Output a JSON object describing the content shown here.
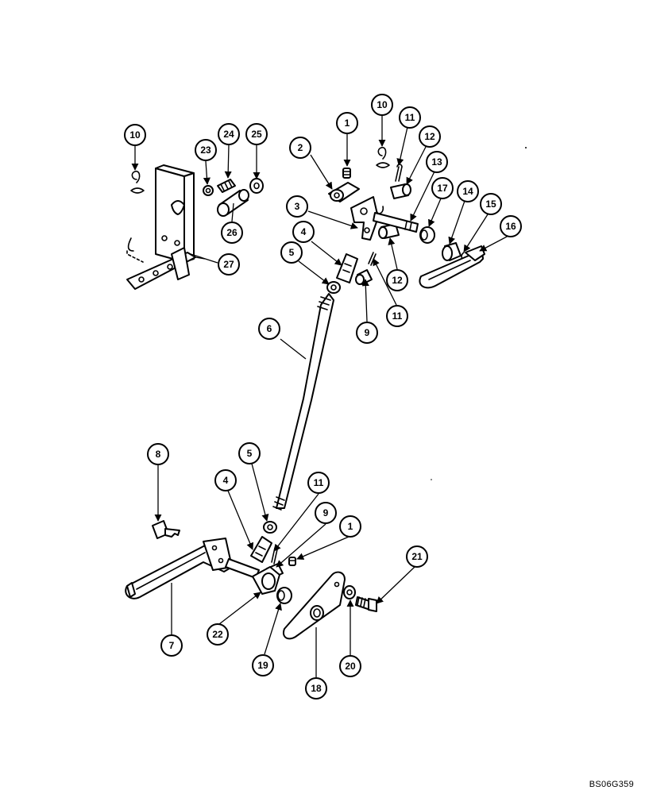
{
  "callouts": [
    "1",
    "2",
    "3",
    "4",
    "5",
    "6",
    "7",
    "8",
    "9",
    "10",
    "11",
    "12",
    "13",
    "14",
    "15",
    "16",
    "17",
    "18",
    "19",
    "20",
    "21",
    "22",
    "23",
    "24",
    "25",
    "26",
    "27"
  ],
  "reference_code": "BS06G359",
  "colors": {
    "ink": "#000000",
    "paper": "#ffffff"
  }
}
